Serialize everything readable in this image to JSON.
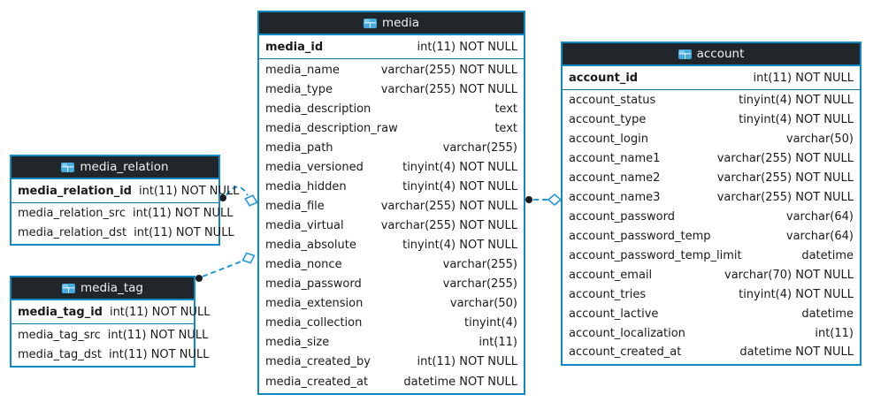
{
  "colors": {
    "accent_blue": "#1089c6",
    "header_bg": "#21262a",
    "header_text": "#f2f2f2",
    "icon_blue": "#45aadf",
    "connector_blue": "#1f99d9",
    "endpoint_dot": "#1b1b1b",
    "text": "#1a1a1a",
    "canvas_bg": "#ffffff"
  },
  "tables": {
    "media": {
      "title": "media",
      "pk": {
        "name": "media_id",
        "type": "int(11) NOT NULL"
      },
      "columns": [
        {
          "name": "media_name",
          "type": "varchar(255) NOT NULL"
        },
        {
          "name": "media_type",
          "type": "varchar(255) NOT NULL"
        },
        {
          "name": "media_description",
          "type": "text"
        },
        {
          "name": "media_description_raw",
          "type": "text"
        },
        {
          "name": "media_path",
          "type": "varchar(255)"
        },
        {
          "name": "media_versioned",
          "type": "tinyint(4) NOT NULL"
        },
        {
          "name": "media_hidden",
          "type": "tinyint(4) NOT NULL"
        },
        {
          "name": "media_file",
          "type": "varchar(255) NOT NULL"
        },
        {
          "name": "media_virtual",
          "type": "varchar(255) NOT NULL"
        },
        {
          "name": "media_absolute",
          "type": "tinyint(4) NOT NULL"
        },
        {
          "name": "media_nonce",
          "type": "varchar(255)"
        },
        {
          "name": "media_password",
          "type": "varchar(255)"
        },
        {
          "name": "media_extension",
          "type": "varchar(50)"
        },
        {
          "name": "media_collection",
          "type": "tinyint(4)"
        },
        {
          "name": "media_size",
          "type": "int(11)"
        },
        {
          "name": "media_created_by",
          "type": "int(11) NOT NULL"
        },
        {
          "name": "media_created_at",
          "type": "datetime NOT NULL"
        }
      ]
    },
    "account": {
      "title": "account",
      "pk": {
        "name": "account_id",
        "type": "int(11) NOT NULL"
      },
      "columns": [
        {
          "name": "account_status",
          "type": "tinyint(4) NOT NULL"
        },
        {
          "name": "account_type",
          "type": "tinyint(4) NOT NULL"
        },
        {
          "name": "account_login",
          "type": "varchar(50)"
        },
        {
          "name": "account_name1",
          "type": "varchar(255) NOT NULL"
        },
        {
          "name": "account_name2",
          "type": "varchar(255) NOT NULL"
        },
        {
          "name": "account_name3",
          "type": "varchar(255) NOT NULL"
        },
        {
          "name": "account_password",
          "type": "varchar(64)"
        },
        {
          "name": "account_password_temp",
          "type": "varchar(64)"
        },
        {
          "name": "account_password_temp_limit",
          "type": "datetime"
        },
        {
          "name": "account_email",
          "type": "varchar(70) NOT NULL"
        },
        {
          "name": "account_tries",
          "type": "tinyint(4) NOT NULL"
        },
        {
          "name": "account_lactive",
          "type": "datetime"
        },
        {
          "name": "account_localization",
          "type": "int(11)"
        },
        {
          "name": "account_created_at",
          "type": "datetime NOT NULL"
        }
      ]
    },
    "media_relation": {
      "title": "media_relation",
      "pk": {
        "name": "media_relation_id",
        "type": "int(11) NOT NULL"
      },
      "columns": [
        {
          "name": "media_relation_src",
          "type": "int(11) NOT NULL"
        },
        {
          "name": "media_relation_dst",
          "type": "int(11) NOT NULL"
        }
      ]
    },
    "media_tag": {
      "title": "media_tag",
      "pk": {
        "name": "media_tag_id",
        "type": "int(11) NOT NULL"
      },
      "columns": [
        {
          "name": "media_tag_src",
          "type": "int(11) NOT NULL"
        },
        {
          "name": "media_tag_dst",
          "type": "int(11) NOT NULL"
        }
      ]
    }
  },
  "relationships": [
    {
      "from": "media_relation",
      "to": "media",
      "line_style": "dashed"
    },
    {
      "from": "media_tag",
      "to": "media",
      "line_style": "dashed"
    },
    {
      "from": "media",
      "to": "account",
      "line_style": "dashed"
    }
  ]
}
